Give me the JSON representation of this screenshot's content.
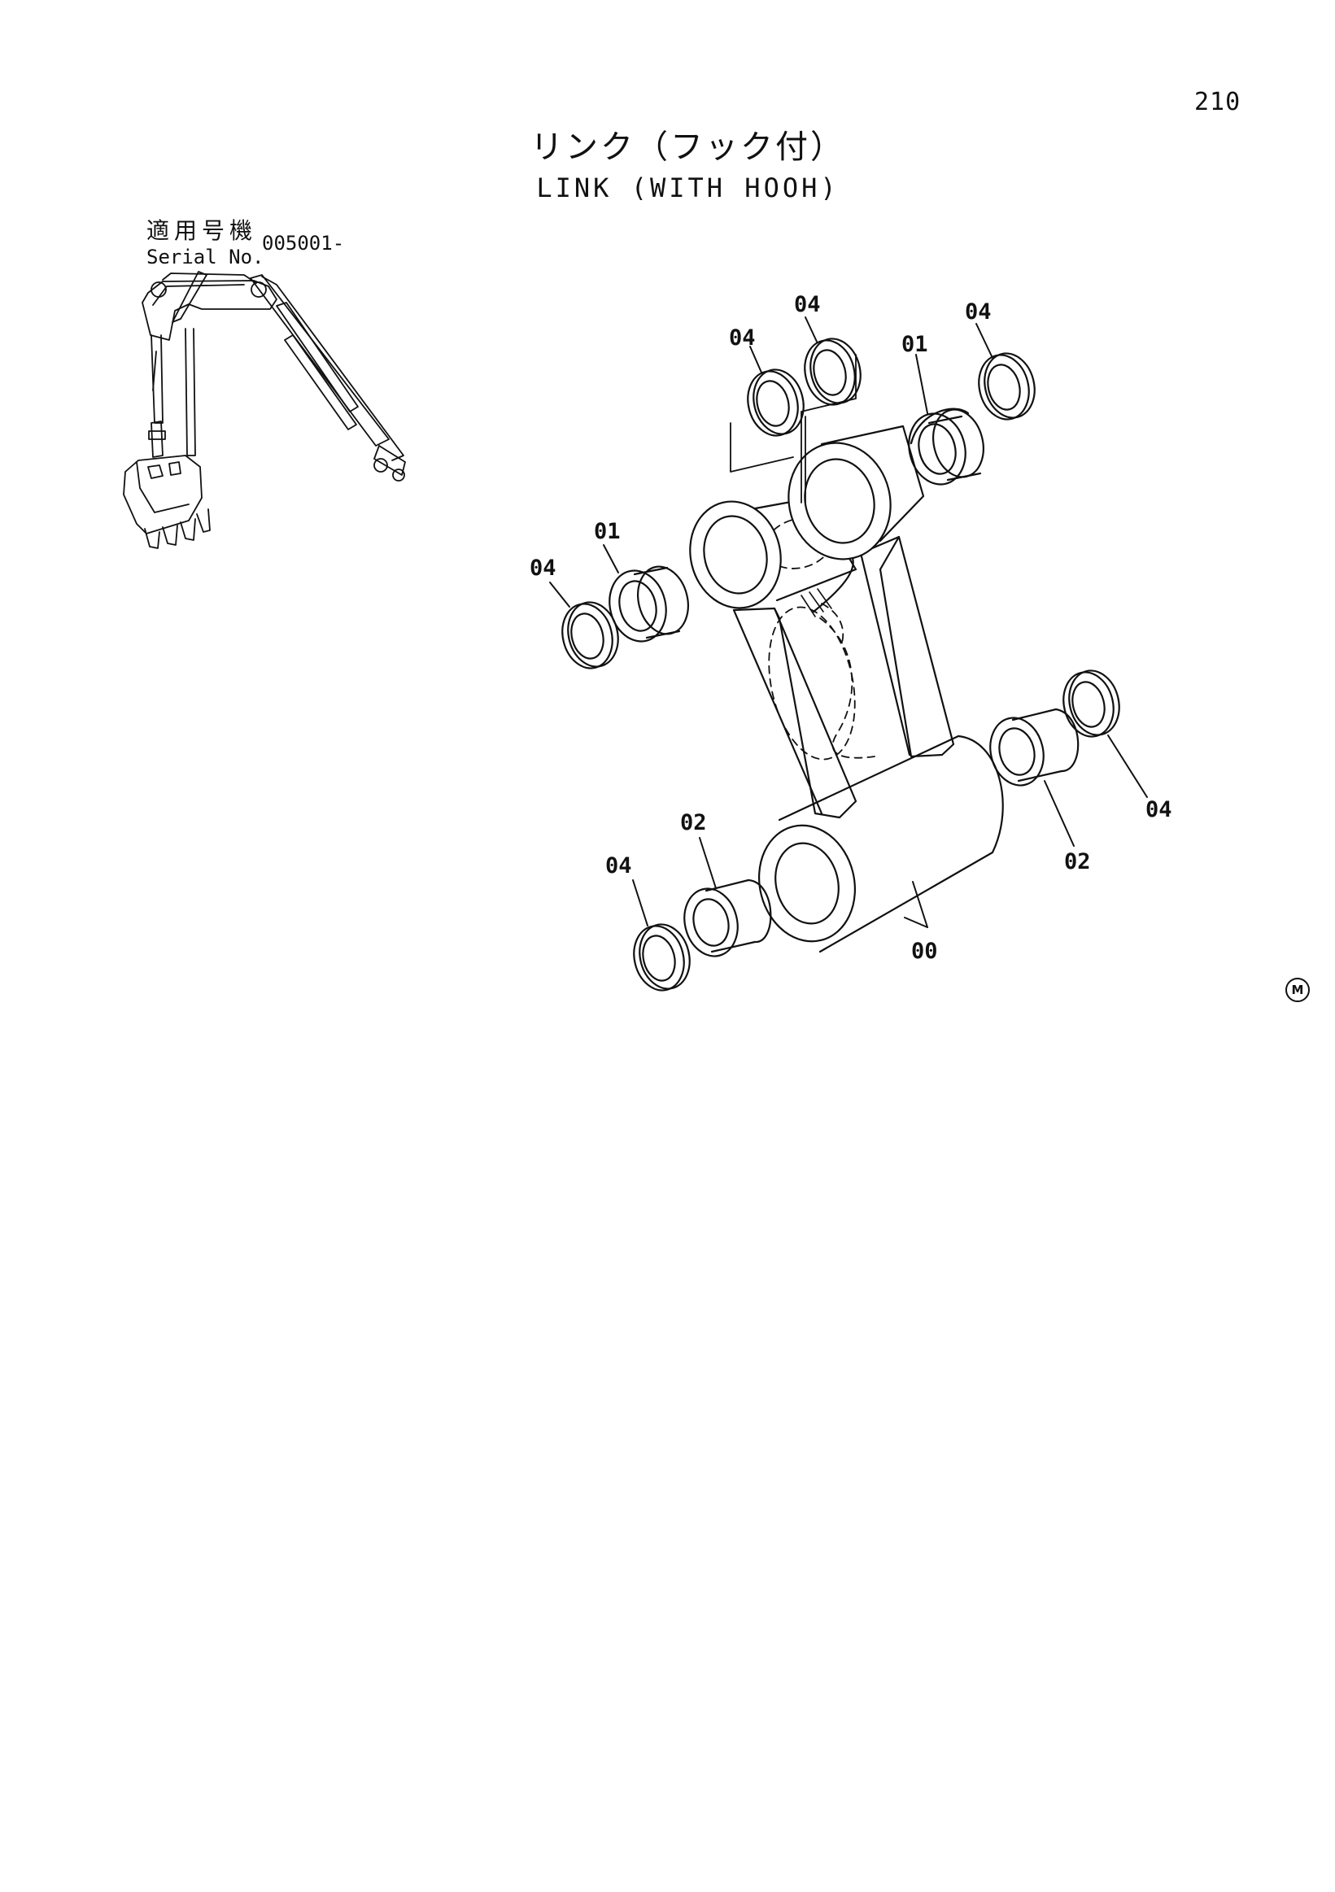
{
  "page": {
    "number": "210"
  },
  "title": {
    "ja": "リンク（フック付）",
    "en": "LINK (WITH HOOH)"
  },
  "serial": {
    "label_ja": "適用号機",
    "label_en": "Serial No.",
    "value": "005001-"
  },
  "callouts": [
    {
      "id": "c1",
      "text": "04"
    },
    {
      "id": "c2",
      "text": "04"
    },
    {
      "id": "c3",
      "text": "04"
    },
    {
      "id": "c4",
      "text": "01"
    },
    {
      "id": "c5",
      "text": "01"
    },
    {
      "id": "c6",
      "text": "04"
    },
    {
      "id": "c7",
      "text": "02"
    },
    {
      "id": "c8",
      "text": "04"
    },
    {
      "id": "c9",
      "text": "00"
    },
    {
      "id": "c10",
      "text": "02"
    },
    {
      "id": "c11",
      "text": "04"
    }
  ],
  "mark": {
    "text": "M"
  }
}
